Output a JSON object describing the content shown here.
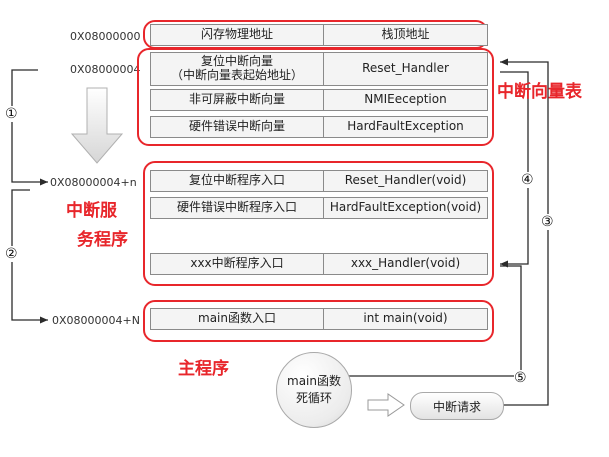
{
  "addresses": {
    "a0": "0X08000000",
    "a1": "0X08000004",
    "a2": "0X08000004+n",
    "a3": "0X08000004+N"
  },
  "vector_table": {
    "row1": {
      "left": "闪存物理地址",
      "right": "栈顶地址"
    },
    "row2": {
      "left_line1": "复位中断向量",
      "left_line2": "（中断向量表起始地址）",
      "right": "Reset_Handler"
    },
    "row3": {
      "left": "非可屏蔽中断向量",
      "right": "NMIEeception"
    },
    "row4": {
      "left": "硬件错误中断向量",
      "right": "HardFaultException"
    }
  },
  "isr": {
    "row1": {
      "left": "复位中断程序入口",
      "right": "Reset_Handler(void)"
    },
    "row2": {
      "left": "硬件错误中断程序入口",
      "right": "HardFaultException(void)"
    },
    "row3": {
      "left": "xxx中断程序入口",
      "right": "xxx_Handler(void)"
    }
  },
  "main_row": {
    "left": "main函数入口",
    "right": "int main(void)"
  },
  "labels": {
    "vector_table": "中断向量表",
    "isr_line1": "中断服",
    "isr_line2": "务程序",
    "main": "主程序"
  },
  "loop": {
    "line1": "main函数",
    "line2": "死循环"
  },
  "interrupt_request": "中断请求",
  "steps": [
    "①",
    "②",
    "③",
    "④",
    "⑤"
  ],
  "colors": {
    "accent": "#e8262b",
    "line": "#2b2b2b",
    "cell_border": "#8a8a8a"
  }
}
